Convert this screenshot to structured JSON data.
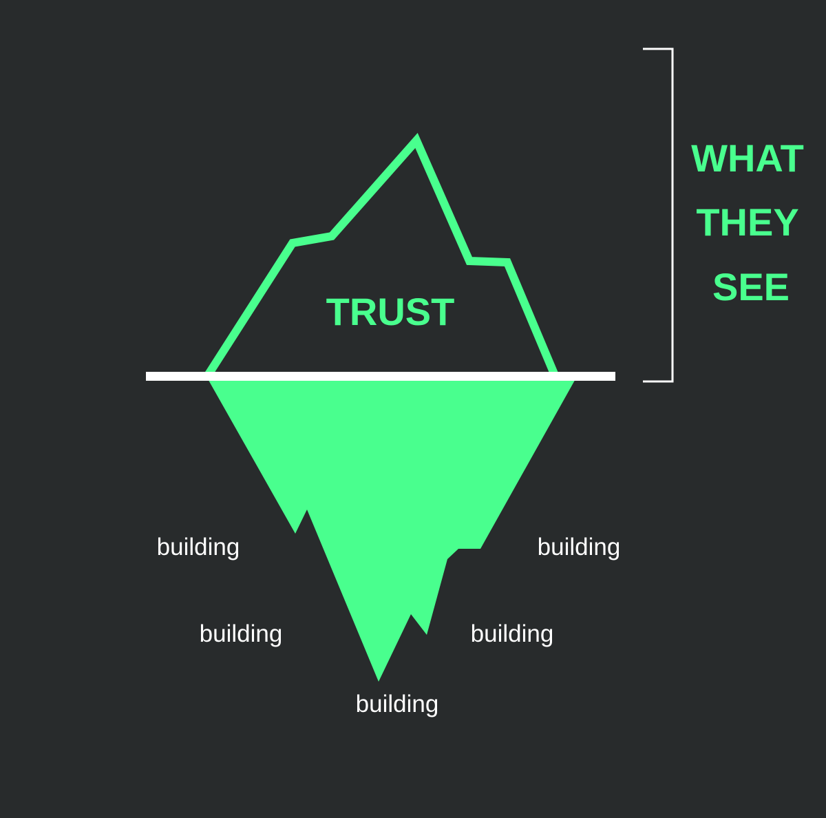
{
  "colors": {
    "background": "#282b2c",
    "accent": "#49ff8e",
    "waterline": "#ffffff",
    "text_light": "#ffffff"
  },
  "tip_label": "TRUST",
  "visible_caption": [
    "WHAT",
    "THEY",
    "SEE"
  ],
  "hidden_labels": [
    "building",
    "building",
    "building",
    "building",
    "building"
  ]
}
